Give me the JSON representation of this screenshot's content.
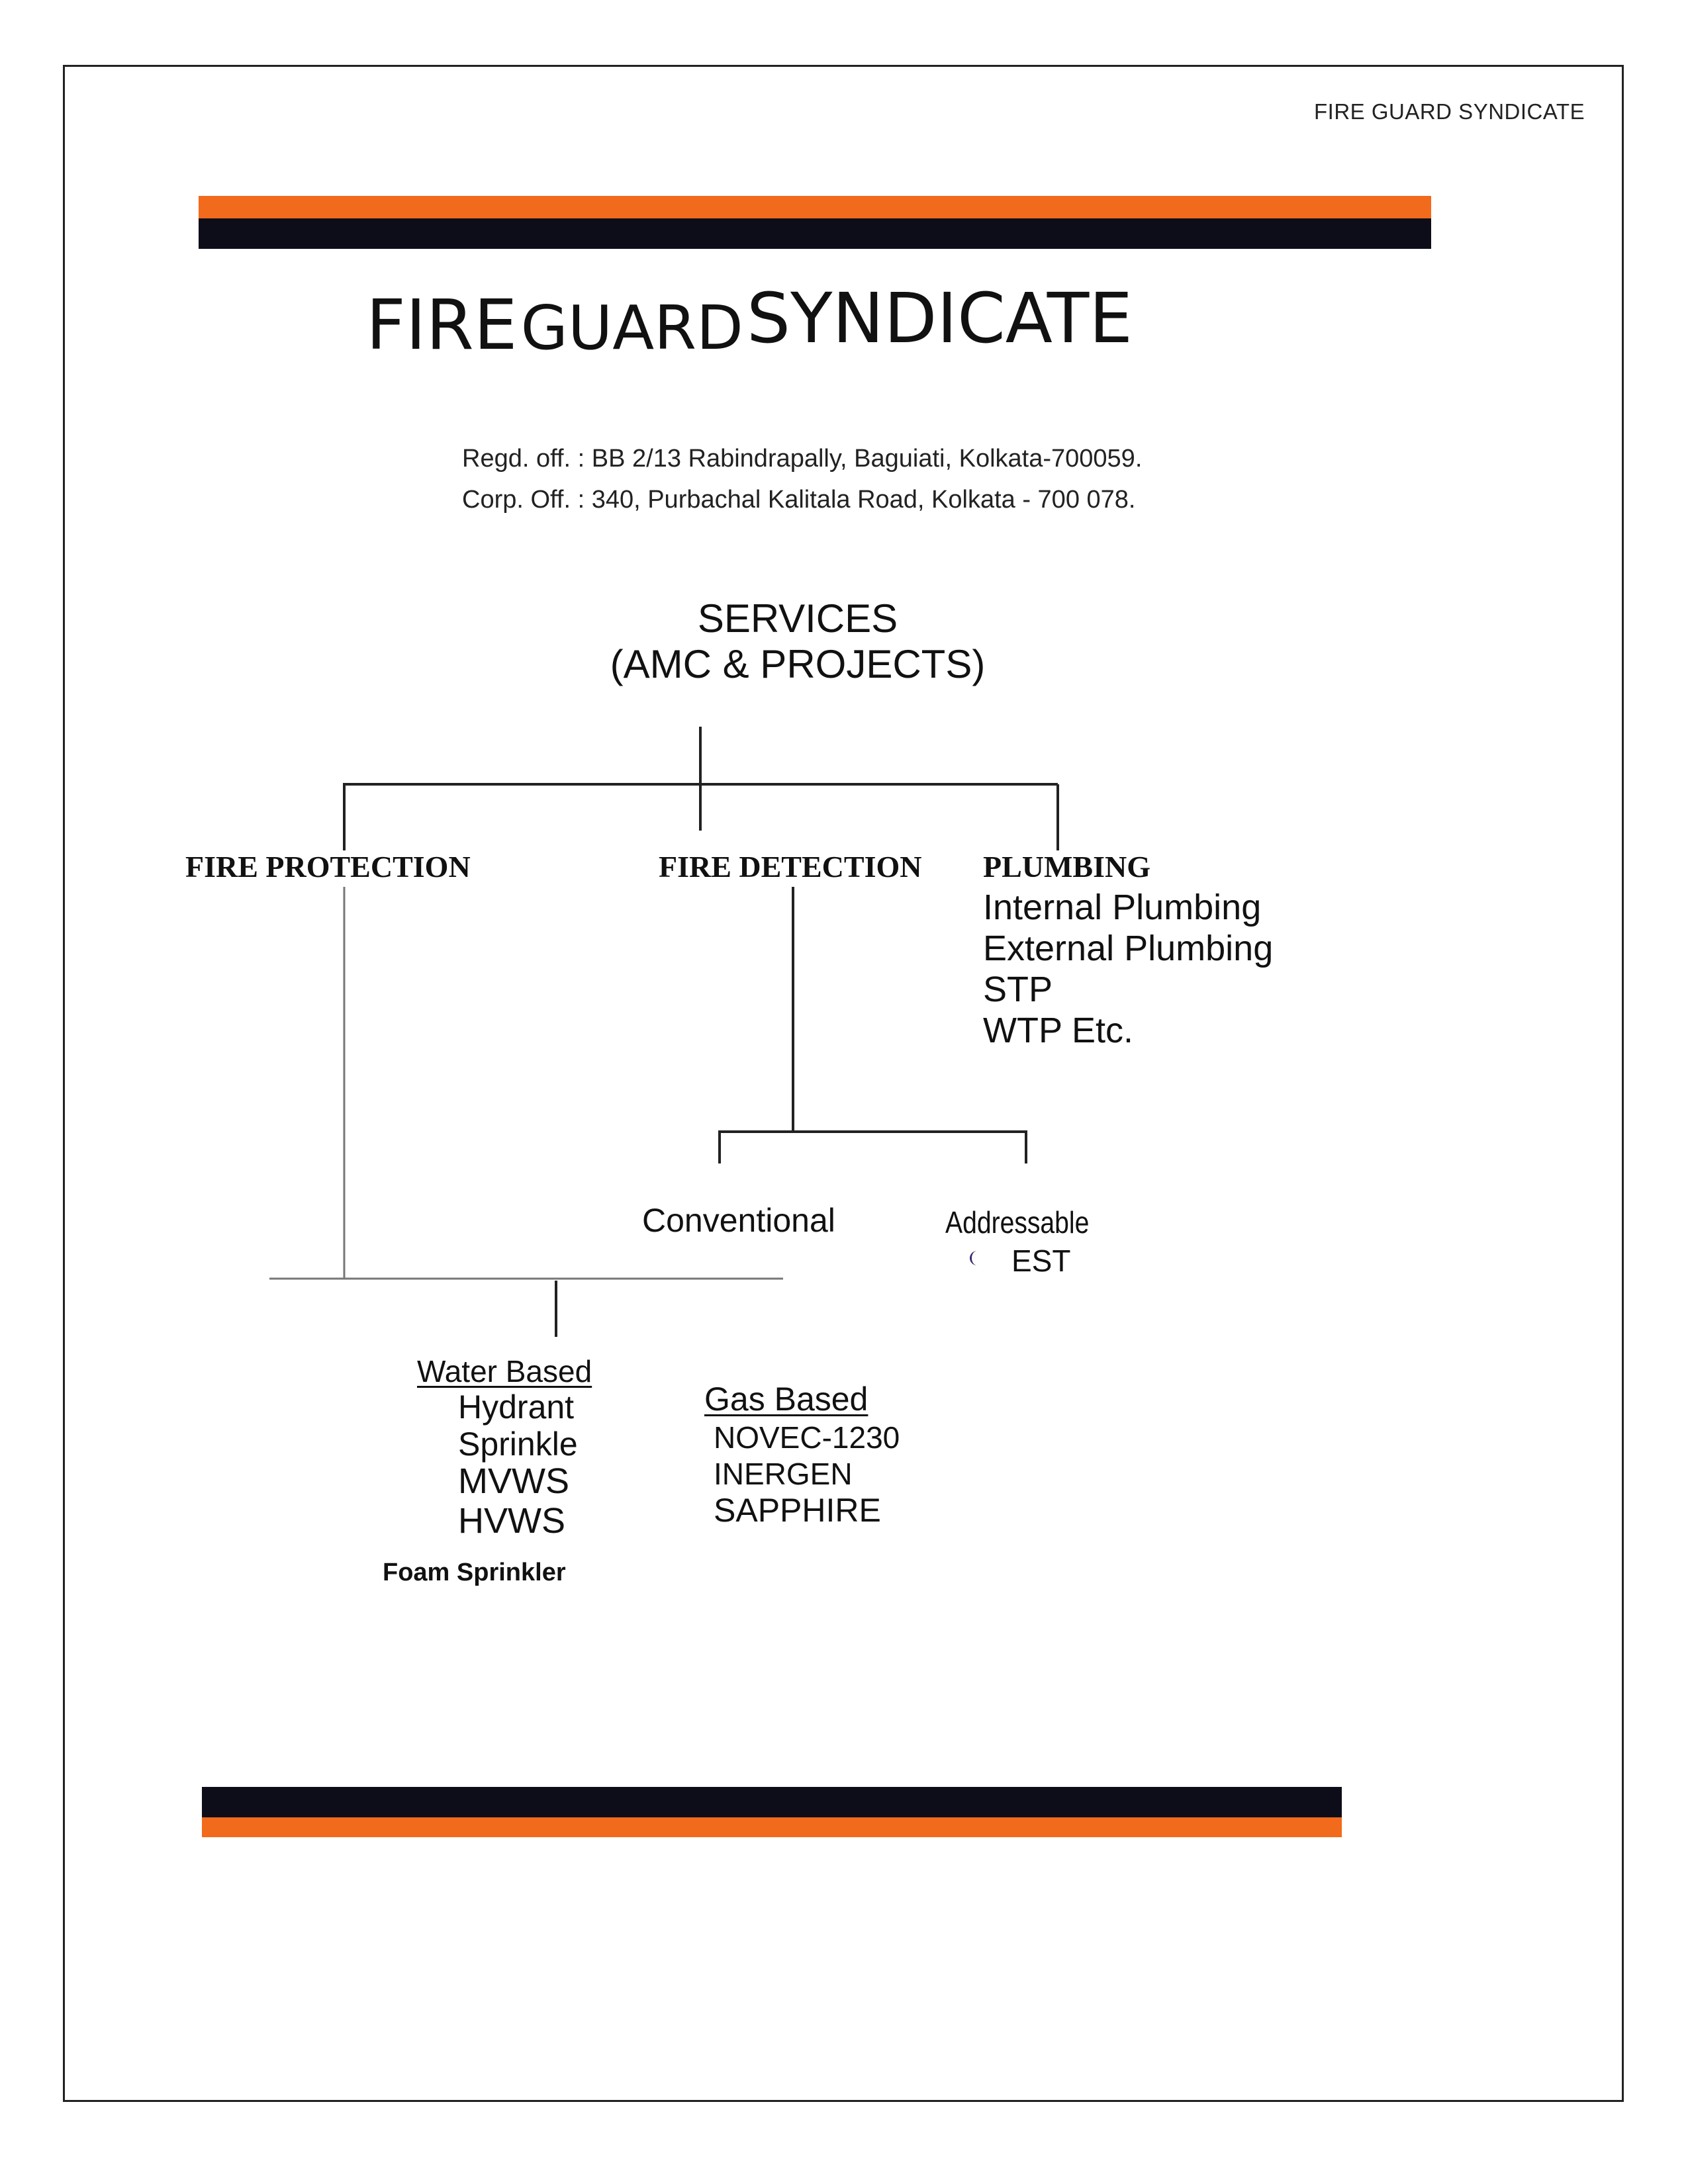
{
  "header": {
    "running_title": "FIRE GUARD SYNDICATE"
  },
  "colors": {
    "accent_orange": "#f26a1b",
    "band_dark": "#0d0d1a"
  },
  "company": {
    "title_word1": "FIRE",
    "title_word2": "GUARD",
    "title_word3": "SYNDICATE",
    "regd_office": "Regd. off. : BB 2/13 Rabindrapally, Baguiati, Kolkata-700059.",
    "corp_office": "Corp. Off. : 340, Purbachal Kalitala Road, Kolkata - 700 078."
  },
  "diagram": {
    "root_line1": "SERVICES",
    "root_line2": "(AMC & PROJECTS)",
    "fire_protection": {
      "label": "FIRE PROTECTION",
      "water_based": {
        "heading": "Water Based",
        "items": [
          "Hydrant",
          "Sprinkle",
          "MVWS",
          "HVWS"
        ],
        "extra": "Foam Sprinkler"
      },
      "gas_based": {
        "heading": "Gas Based",
        "items": [
          "NOVEC-1230",
          "INERGEN",
          "SAPPHIRE"
        ]
      }
    },
    "fire_detection": {
      "label": "FIRE DETECTION",
      "conventional": "Conventional",
      "addressable": "Addressable",
      "addressable_item": "EST"
    },
    "plumbing": {
      "label": "PLUMBING",
      "items": [
        "Internal  Plumbing",
        "External  Plumbing",
        "STP",
        "WTP Etc."
      ]
    }
  }
}
